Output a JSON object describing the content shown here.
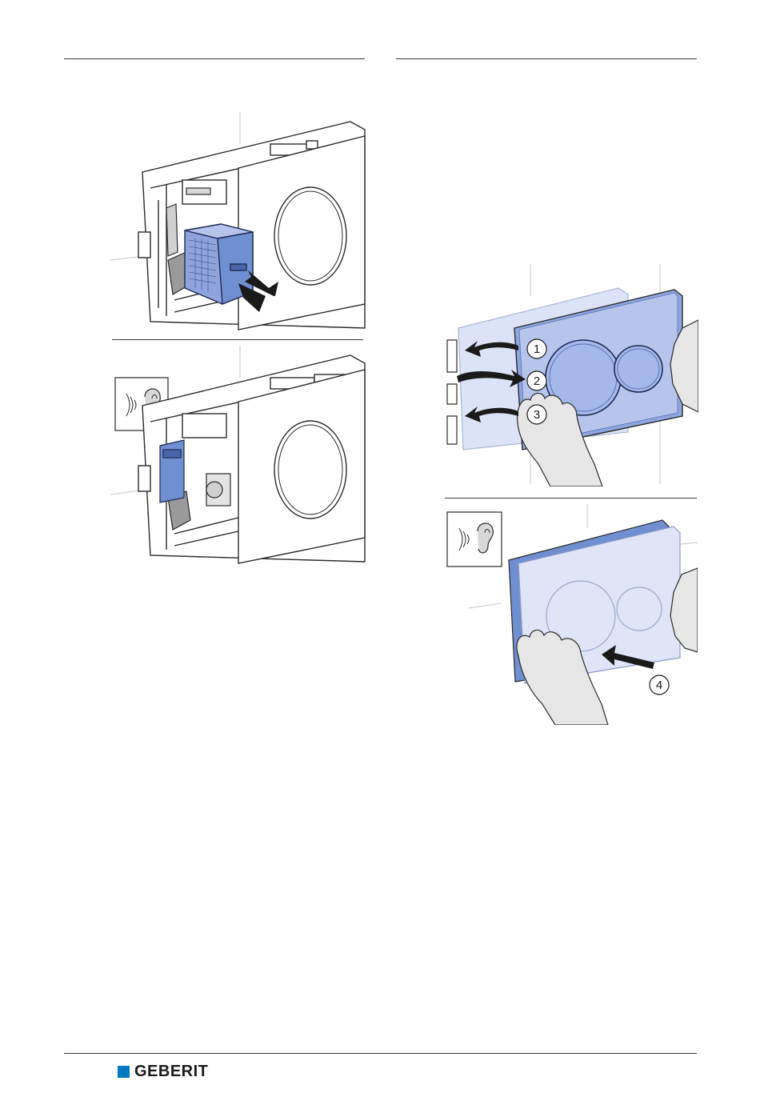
{
  "steps": {
    "step1": "1",
    "step2": "2",
    "step3": "3",
    "step4": "4"
  },
  "brand": {
    "name": "GEBERIT"
  },
  "icons": {
    "hearing": "ear-sound-icon",
    "push": "push-arrow-icon",
    "logo": "geberit-logo-square"
  },
  "colors": {
    "accent_blue": "#6f8fd0",
    "panel_blue": "#b7c4ec",
    "logo_blue": "#0079c1"
  }
}
